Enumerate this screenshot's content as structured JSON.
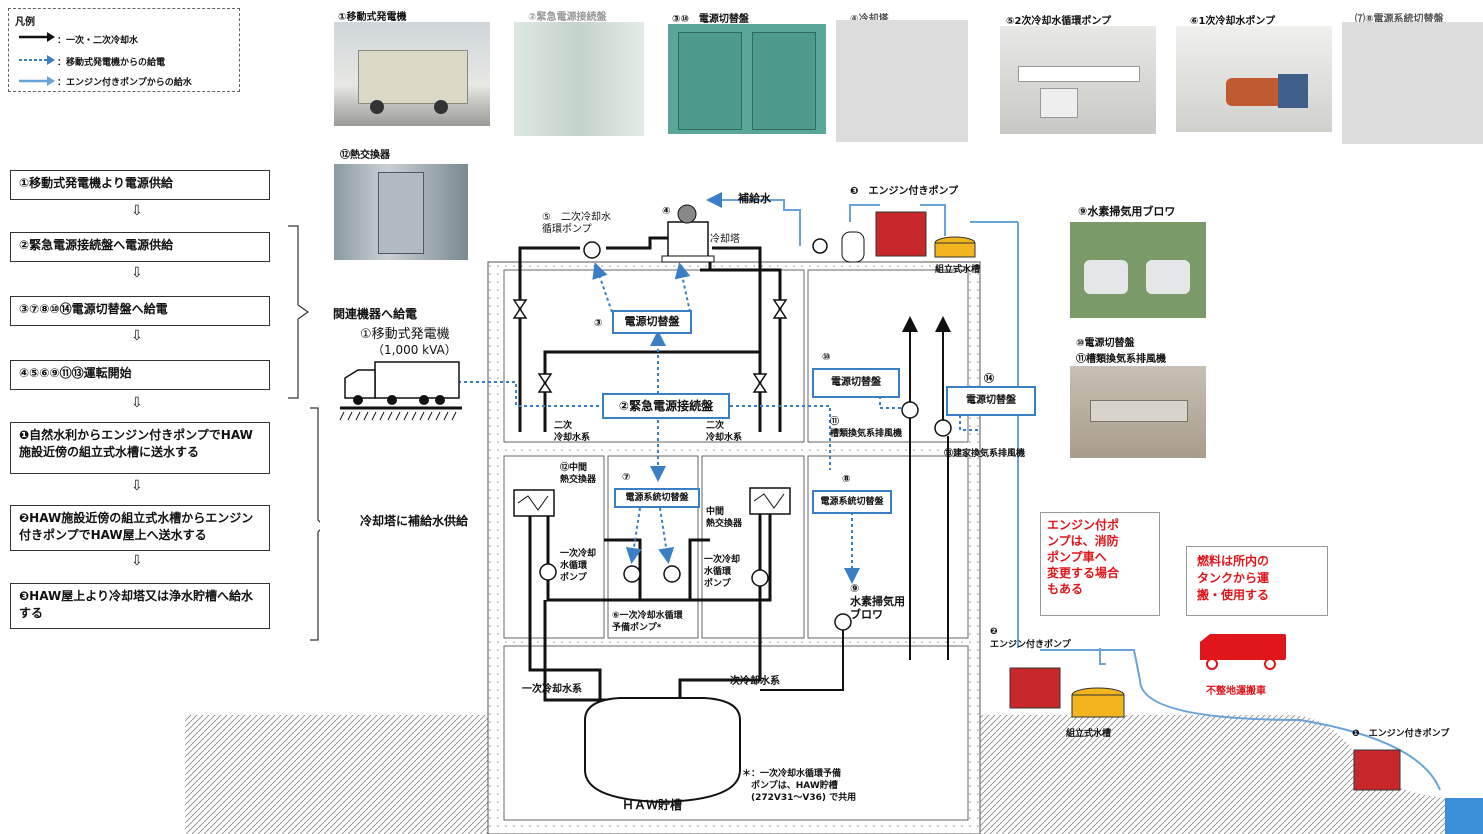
{
  "legend": {
    "title": "凡例",
    "item1": "：一次・二次冷却水",
    "item2": "：移動式発電機からの給電",
    "item3": "：エンジン付きポンプからの給水"
  },
  "flow": {
    "step1": "①移動式発電機より電源供給",
    "step2": "②緊急電源接続盤へ電源供給",
    "step3": "③⑦⑧⑩⑭電源切替盤へ給電",
    "step4": "④⑤⑥⑨⑪⑬運転開始",
    "water1": "❶自然水利からエンジン付きポンプでHAW施設近傍の組立式水槽に送水する",
    "water2": "❷HAW施設近傍の組立式水槽からエンジン付きポンプでHAW屋上へ送水する",
    "water3": "❸HAW屋上より冷却塔又は浄水貯槽へ給水する",
    "arrow": "⇩",
    "brace_power": "関連機器へ給電",
    "brace_water": "冷却塔に補給水供給"
  },
  "photos": {
    "p1": "①移動式発電機",
    "p2": "②緊急電源接続盤",
    "p3": "③⑩　電源切替盤",
    "p4": "④冷却塔",
    "p5": "⑤2次冷却水循環ポンプ",
    "p6": "⑥1次冷却水ポンプ",
    "p7": "⑺⑧電源系統切替盤",
    "p12": "⑫熱交換器",
    "p9": "⑨水素掃気用ブロワ",
    "p10a": "⑩電源切替盤",
    "p10b": "⑪槽類換気系排風機"
  },
  "diagram": {
    "gen_label1": "①移動式発電機",
    "gen_label2": "（1,000 kVA）",
    "sw3": "電源切替盤",
    "sw3_no": "③",
    "emerg": "②緊急電源接続盤",
    "sw10": "電源切替盤",
    "sw10_no": "⑩",
    "sw14": "電源切替盤",
    "sw14_no": "⑭",
    "sw7": "電源系統切替盤",
    "sw7_no": "⑦",
    "sw8": "電源系統切替盤",
    "sw8_no": "⑧",
    "pump5": "⑤　二次冷却水\n循環ポンプ",
    "tower_no": "④",
    "tower": "冷却塔",
    "makeup": "補給水",
    "enginepump3": "❸　エンジン付きポンプ",
    "tank_roof": "組立式水槽",
    "sec_left": "二次\n冷却水系",
    "sec_right": "二次\n冷却水系",
    "hx_left": "⑫中間\n熱交換器",
    "hx_right": "中間\n熱交換器",
    "pri_pump_l": "一次冷却\n水循環\nポンプ",
    "pri_pump_r": "一次冷却\n水循環\nポンプ",
    "spare": "⑥一次冷却水循環\n予備ポンプ*",
    "blower": "⑨\n水素掃気用\nブロワ",
    "exh11": "⑪\n槽類換気系排風機",
    "exh13": "⑬建家換気系排風機",
    "pri_left": "一次冷却水系",
    "pri_right": "一次冷却水系",
    "haw": "ＨＡＷ貯槽",
    "note": "＊：一次冷却水循環予備\n　ポンプは、HAW貯槽\n　(272V31～V36) で共用",
    "enginepump2": "❷\nエンジン付きポンプ",
    "tank_ground": "組立式水槽",
    "enginepump1": "❶　エンジン付きポンプ",
    "red1": "エンジン付ポ\nンプは、消防\nポンプ車へ\n変更する場合\nもある",
    "red2": "燃料は所内の\nタンクから運\n搬・使用する",
    "truck_label": "不整地運搬車"
  },
  "colors": {
    "blue": "#3a7fc4",
    "red": "#e0161b",
    "black": "#111111"
  }
}
